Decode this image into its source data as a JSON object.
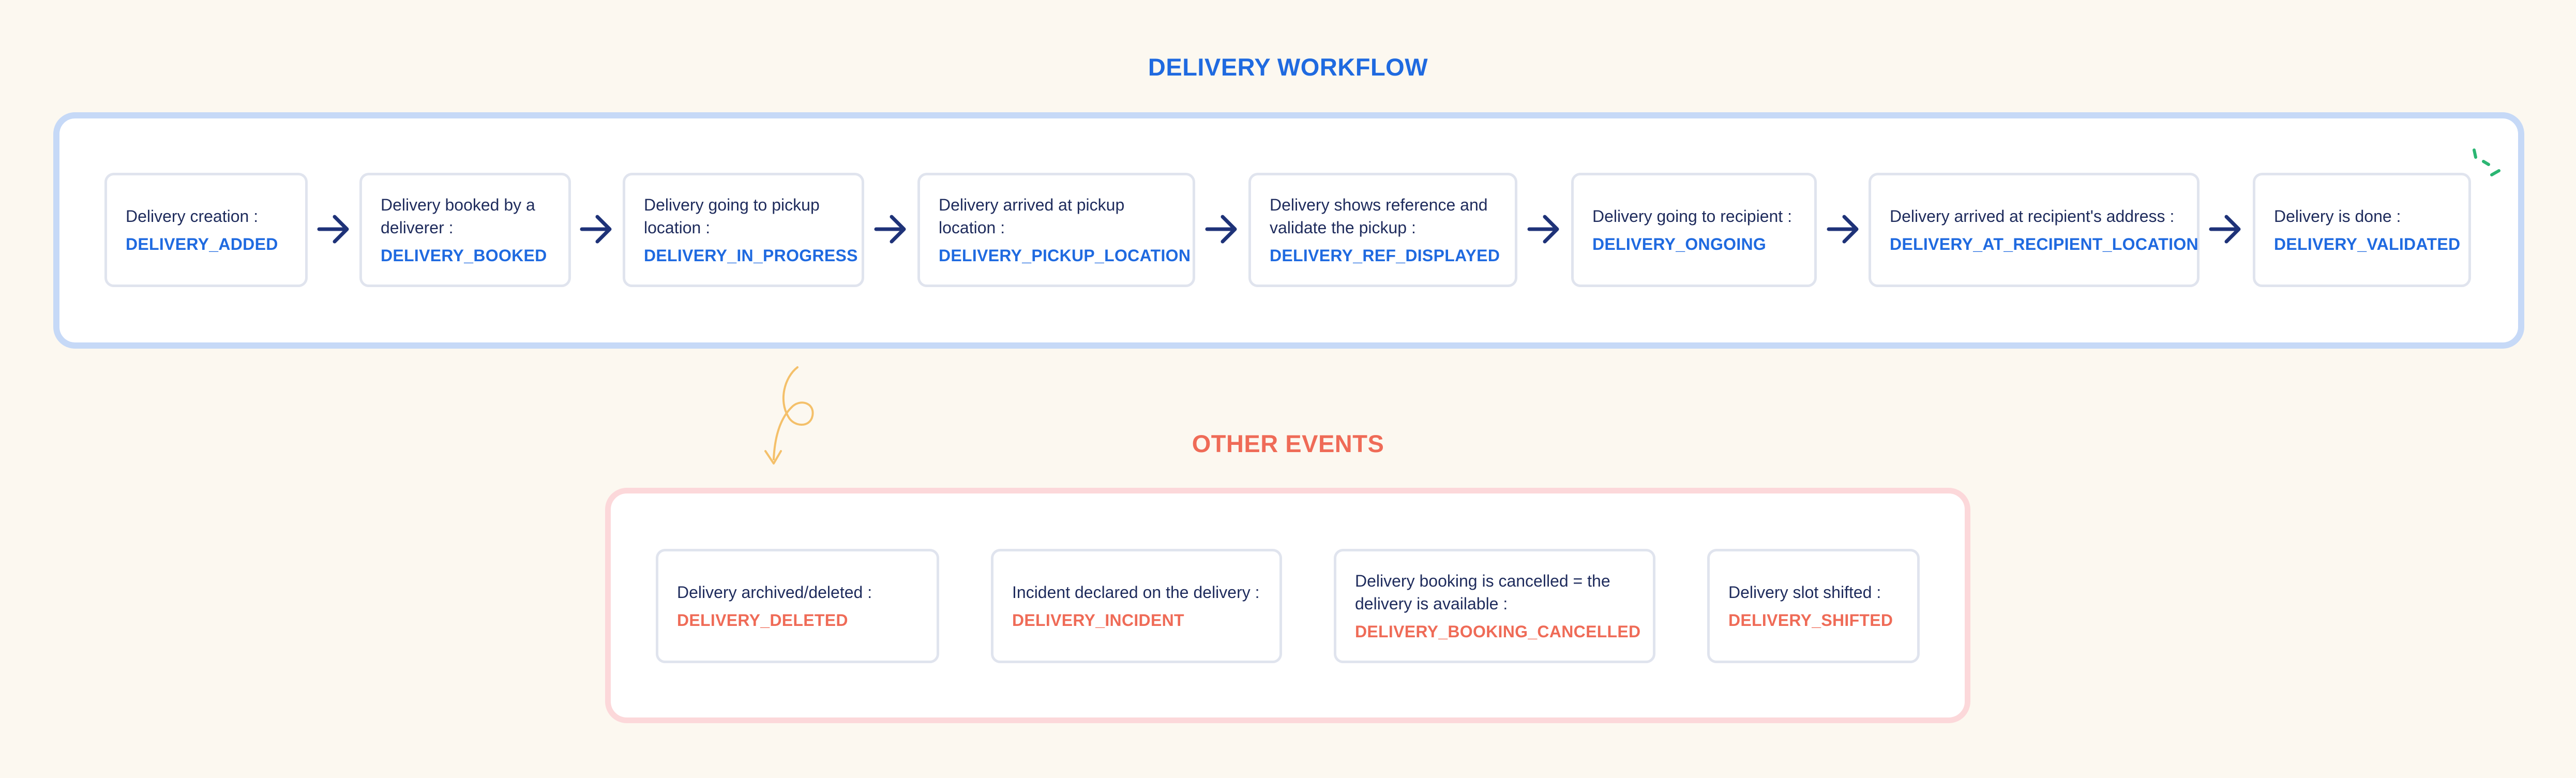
{
  "workflow": {
    "title": "DELIVERY WORKFLOW",
    "steps": [
      {
        "description": "Delivery creation :",
        "code": "DELIVERY_ADDED"
      },
      {
        "description": "Delivery booked by a deliverer :",
        "code": "DELIVERY_BOOKED"
      },
      {
        "description": "Delivery going to pickup location :",
        "code": "DELIVERY_IN_PROGRESS"
      },
      {
        "description": "Delivery arrived at pickup location :",
        "code": "DELIVERY_PICKUP_LOCATION"
      },
      {
        "description": "Delivery shows reference and validate the pickup :",
        "code": "DELIVERY_REF_DISPLAYED"
      },
      {
        "description": "Delivery going to recipient :",
        "code": "DELIVERY_ONGOING"
      },
      {
        "description": "Delivery arrived at recipient's address :",
        "code": "DELIVERY_AT_RECIPIENT_LOCATION"
      },
      {
        "description": "Delivery is done :",
        "code": "DELIVERY_VALIDATED"
      }
    ]
  },
  "other_events": {
    "title": "OTHER EVENTS",
    "events": [
      {
        "description": "Delivery archived/deleted :",
        "code": "DELIVERY_DELETED"
      },
      {
        "description": "Incident declared on the delivery :",
        "code": "DELIVERY_INCIDENT"
      },
      {
        "description": "Delivery booking is cancelled = the delivery is available :",
        "code": "DELIVERY_BOOKING_CANCELLED"
      },
      {
        "description": "Delivery slot shifted :",
        "code": "DELIVERY_SHIFTED"
      }
    ]
  },
  "colors": {
    "background": "#fcf8f0",
    "workflow_accent": "#1f6ae0",
    "other_accent": "#ef6b57",
    "arrow": "#1e3278",
    "text": "#1e2b5c",
    "sparkle": "#2bb673",
    "doodle": "#f4c06a"
  }
}
